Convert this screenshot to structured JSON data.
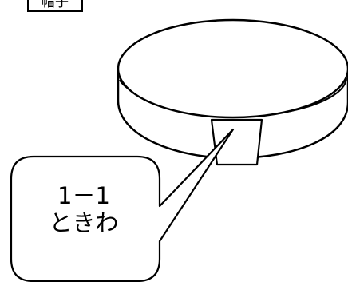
{
  "title": "帽子",
  "callout": {
    "line1": "1－1",
    "line2": "ときわ"
  },
  "colors": {
    "stroke": "#000000",
    "fill": "#ffffff"
  }
}
